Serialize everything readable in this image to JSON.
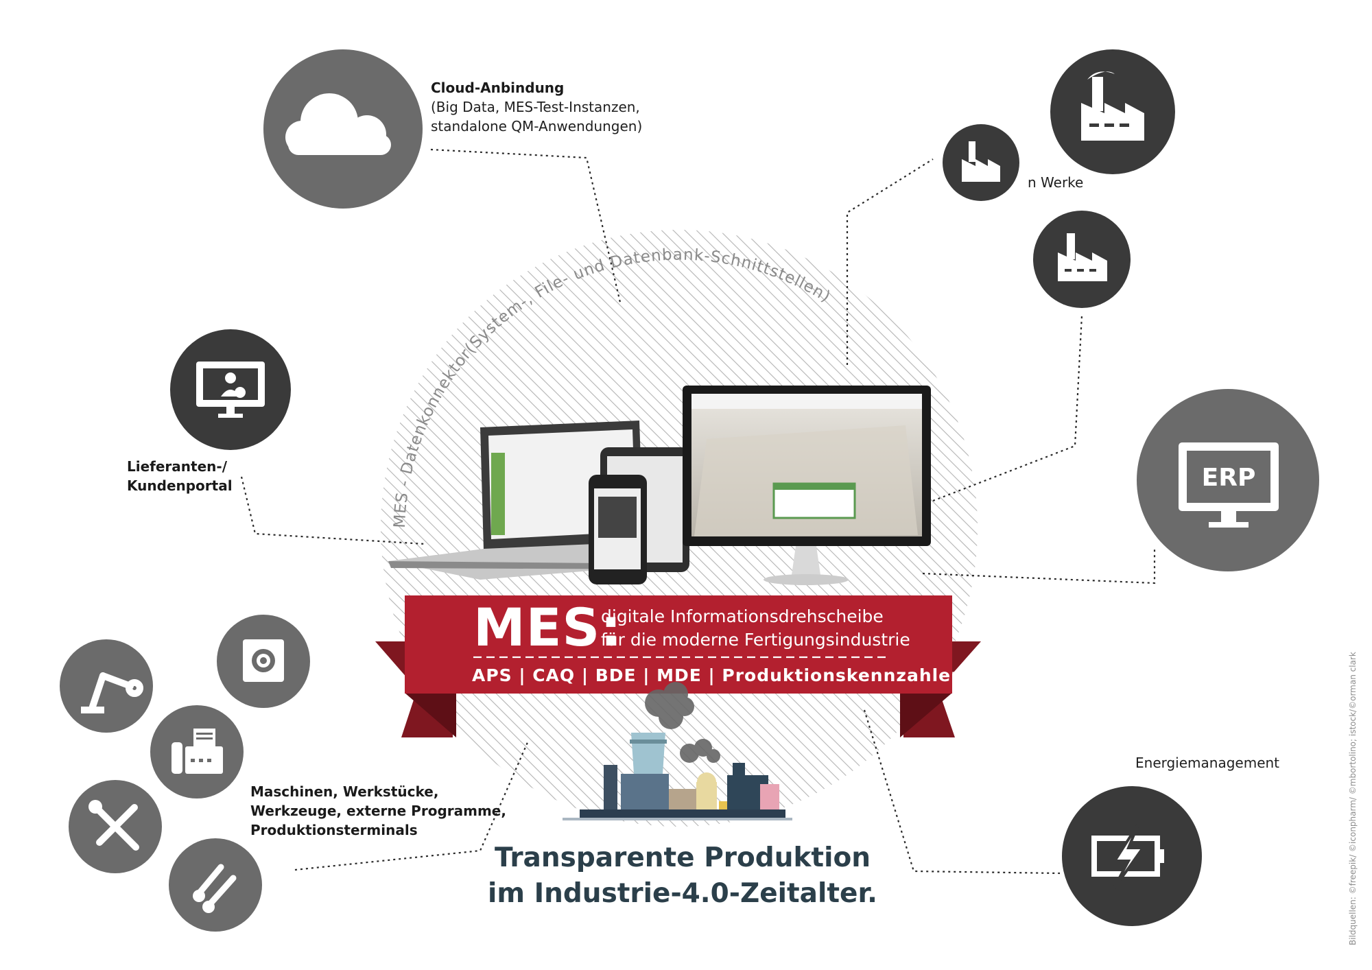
{
  "labels": {
    "cloud_title": "Cloud-Anbindung",
    "cloud_line1": "(Big Data, MES-Test-Instanzen,",
    "cloud_line2": "standalone QM-Anwendungen)",
    "werke": "n Werke",
    "portal_line1": "Lieferanten-/",
    "portal_line2": "Kundenportal",
    "maschinen_line1": "Maschinen, Werkstücke,",
    "maschinen_line2": "Werkzeuge, externe Programme,",
    "maschinen_line3": "Produktionsterminals",
    "energie": "Energiemanagement",
    "erp": "ERP"
  },
  "arc_text": "MES - Datenkonnektor(System-, File- und Datenbank-Schnittstellen)",
  "banner": {
    "title": "MES:",
    "line1": "digitale Informationsdrehscheibe",
    "line2": "für die moderne Fertigungsindustrie",
    "tags": "APS | CAQ | BDE | MDE | Produktionskennzahlen"
  },
  "headline": {
    "line1": "Transparente Produktion",
    "line2": "im Industrie-4.0-Zeitalter."
  },
  "credits": "Bildquellen: ©freepik/ ©iconpharm/ ©mbortolino; istock/©orman clark",
  "colors": {
    "circle_gray": "#6b6b6b",
    "circle_dark": "#3a3a3a",
    "banner_red": "#b3202f",
    "banner_dark": "#7f1720",
    "headline": "#2b3f4a"
  },
  "icons": {
    "cloud": "cloud-icon",
    "portal": "monitor-user-icon",
    "factory": "factory-icon",
    "erp": "erp-monitor-icon",
    "energy": "battery-lightning-icon",
    "robot": "robot-arm-icon",
    "safe": "safe-icon",
    "fax": "fax-machine-icon",
    "tools": "wrench-screwdriver-icon",
    "bolts": "bolts-nuts-icon"
  }
}
